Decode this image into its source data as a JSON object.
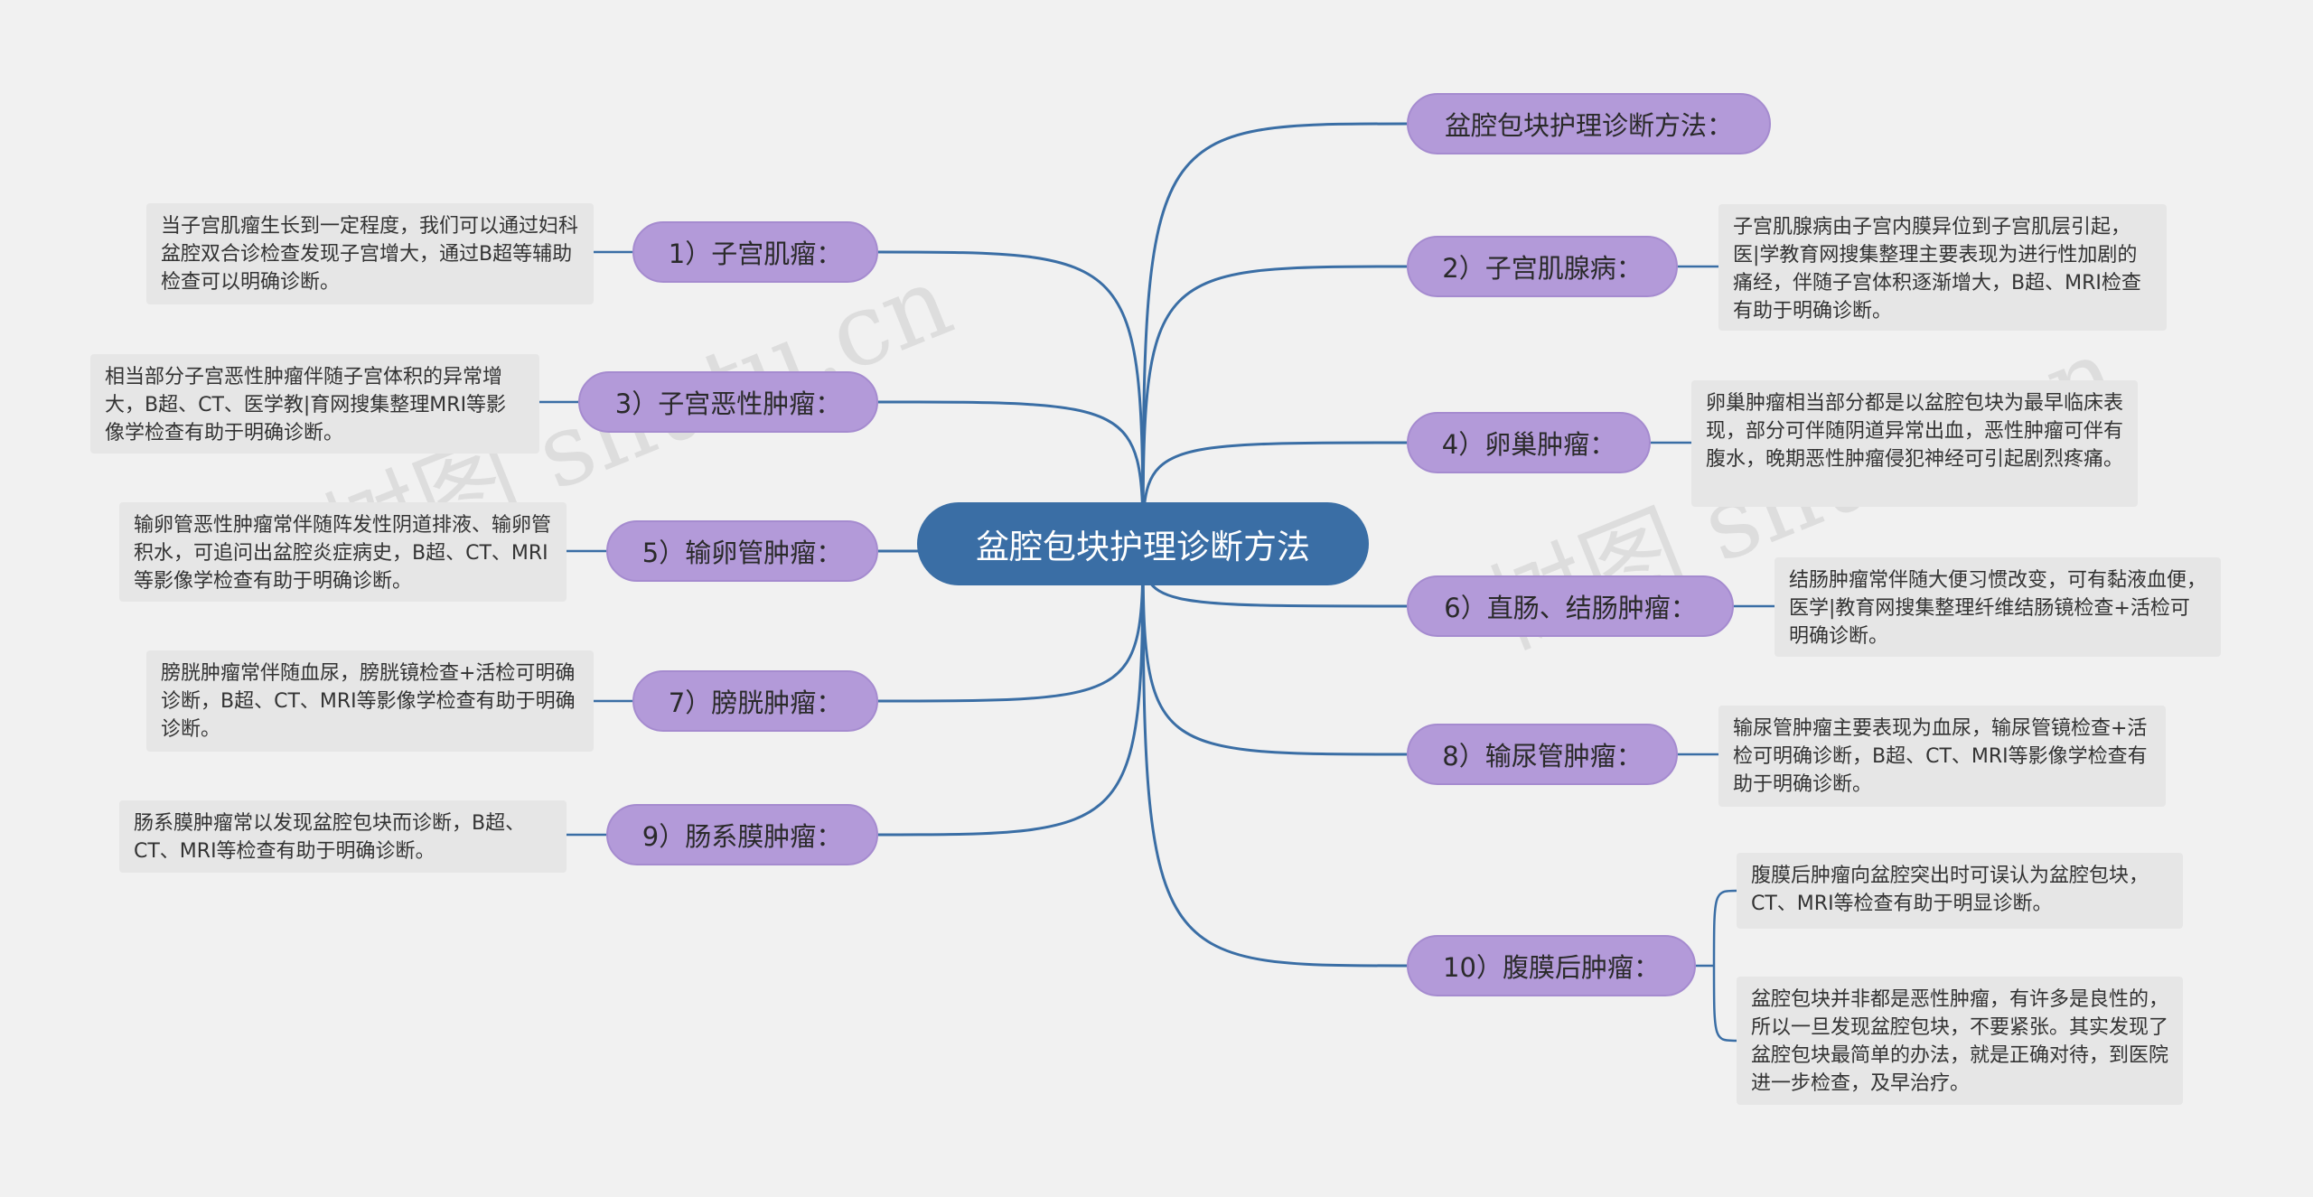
{
  "root": "盆腔包块护理诊断方法",
  "watermark": "树图 shutu.cn",
  "colors": {
    "background": "#f1f1f1",
    "root": "#3a6ea5",
    "branch": "#b39ad9",
    "note": "#e6e6e6",
    "line": "#3a6ea5"
  },
  "left_branches": [
    {
      "label": "1）子宫肌瘤：",
      "notes": [
        "当子宫肌瘤生长到一定程度，我们可以通过妇科盆腔双合诊检查发现子宫增大，通过B超等辅助检查可以明确诊断。"
      ]
    },
    {
      "label": "3）子宫恶性肿瘤：",
      "notes": [
        "相当部分子宫恶性肿瘤伴随子宫体积的异常增大，B超、CT、医学教|育网搜集整理MRI等影像学检查有助于明确诊断。"
      ]
    },
    {
      "label": "5）输卵管肿瘤：",
      "notes": [
        "输卵管恶性肿瘤常伴随阵发性阴道排液、输卵管积水，可追问出盆腔炎症病史，B超、CT、MRI等影像学检查有助于明确诊断。"
      ]
    },
    {
      "label": "7）膀胱肿瘤：",
      "notes": [
        "膀胱肿瘤常伴随血尿，膀胱镜检查+活检可明确诊断，B超、CT、MRI等影像学检查有助于明确诊断。"
      ]
    },
    {
      "label": "9）肠系膜肿瘤：",
      "notes": [
        "肠系膜肿瘤常以发现盆腔包块而诊断，B超、CT、MRI等检查有助于明确诊断。"
      ]
    }
  ],
  "right_branches": [
    {
      "label": "盆腔包块护理诊断方法：",
      "notes": []
    },
    {
      "label": "2）子宫肌腺病：",
      "notes": [
        "子宫肌腺病由子宫内膜异位到子宫肌层引起，医|学教育网搜集整理主要表现为进行性加剧的痛经，伴随子宫体积逐渐增大，B超、MRI检查有助于明确诊断。"
      ]
    },
    {
      "label": "4）卵巢肿瘤：",
      "notes": [
        "卵巢肿瘤相当部分都是以盆腔包块为最早临床表现，部分可伴随阴道异常出血，恶性肿瘤可伴有腹水，晚期恶性肿瘤侵犯神经可引起剧烈疼痛。"
      ]
    },
    {
      "label": "6）直肠、结肠肿瘤：",
      "notes": [
        "结肠肿瘤常伴随大便习惯改变，可有黏液血便，医学|教育网搜集整理纤维结肠镜检查+活检可明确诊断。"
      ]
    },
    {
      "label": "8）输尿管肿瘤：",
      "notes": [
        "输尿管肿瘤主要表现为血尿，输尿管镜检查+活检可明确诊断，B超、CT、MRI等影像学检查有助于明确诊断。"
      ]
    },
    {
      "label": "10）腹膜后肿瘤：",
      "notes": [
        "腹膜后肿瘤向盆腔突出时可误认为盆腔包块，CT、MRI等检查有助于明显诊断。",
        "盆腔包块并非都是恶性肿瘤，有许多是良性的，所以一旦发现盆腔包块，不要紧张。其实发现了盆腔包块最简单的办法，就是正确对待，到医院进一步检查，及早治疗。"
      ]
    }
  ]
}
